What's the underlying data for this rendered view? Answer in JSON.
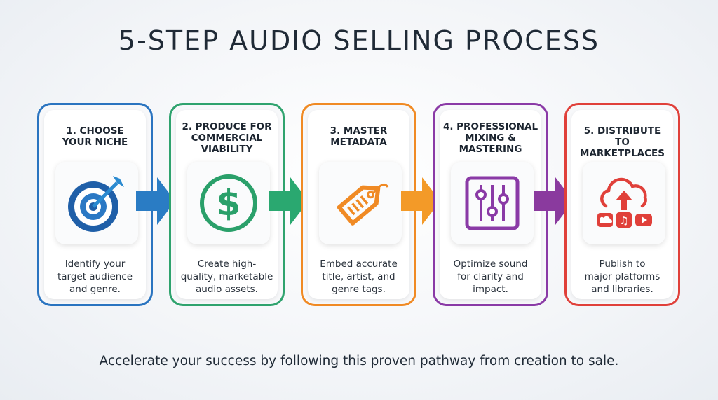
{
  "title": "5-STEP AUDIO SELLING PROCESS",
  "footer": "Accelerate your success by following this proven pathway from creation to sale.",
  "steps": [
    {
      "heading": "1. CHOOSE YOUR NICHE",
      "description": "Identify your target audience and genre.",
      "icon": "target-icon",
      "color": "#1f6fb8"
    },
    {
      "heading": "2. PRODUCE FOR COMMERCIAL VIABILITY",
      "description": "Create high-quality, marketable audio assets.",
      "icon": "dollar-icon",
      "color": "#2aa06a"
    },
    {
      "heading": "3. MASTER METADATA",
      "description": "Embed accurate title, artist, and genre tags.",
      "icon": "tag-icon",
      "color": "#f08a24"
    },
    {
      "heading": "4. PROFESSIONAL MIXING & MASTERING",
      "description": "Optimize sound for clarity and impact.",
      "icon": "sliders-icon",
      "color": "#8a3aa6"
    },
    {
      "heading": "5. DISTRIBUTE TO MARKETPLACES",
      "description": "Publish to major platforms and libraries.",
      "icon": "cloud-upload-icon",
      "color": "#e0403a"
    }
  ]
}
